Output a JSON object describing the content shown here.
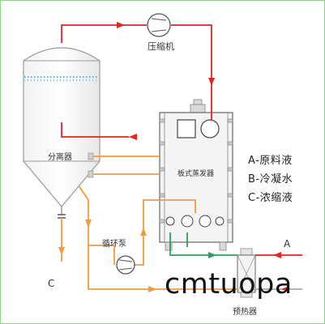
{
  "labels": {
    "compressor": "压缩机",
    "separator": "分离器",
    "plate_evaporator": "板式蒸发器",
    "circulation_pump": "循环泵",
    "preheater": "预热器",
    "stream_a": "A",
    "stream_c": "C"
  },
  "legend": [
    "A-原料液",
    "B-冷凝水",
    "C-浓缩液"
  ],
  "watermark": "cmtuopa",
  "colors": {
    "red_line": "#e02525",
    "orange_line": "#f39c3c",
    "green_line": "#2aa05a",
    "gray_line": "#9a9a9a",
    "vapor_dots": "#5aaee0"
  }
}
